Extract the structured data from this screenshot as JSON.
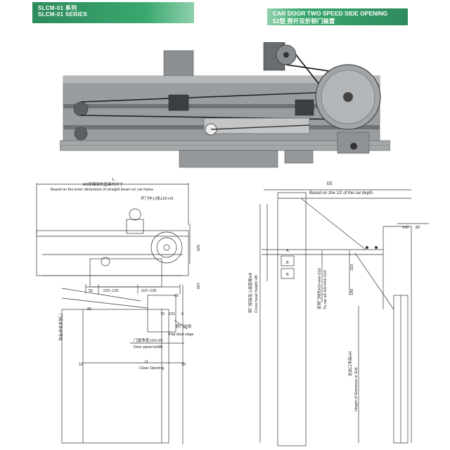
{
  "header": {
    "series_cn": "SLCM-01 系列",
    "series_en": "SLCM-01 SERIES",
    "title_en": "CAR DOOR TWO SPEED SIDE OPENING",
    "title_cn": "52型 旁开双折轿门装置"
  },
  "drawing_left": {
    "width_mark": "L",
    "inner_dim_cn": "AS轿厢架的直梁内尺寸",
    "inner_dim_en": "Based on the inner dimension of straight beam on car frame",
    "door_center_cn": "开门中心线JJ/2+91",
    "dim_520": "520",
    "dim_55": "55",
    "dim_jj2_125": "JJ/2−125",
    "dim_jj2_125b": "JJ/2−125",
    "dim_65": "65",
    "dim_140": "140",
    "dim_85": "85",
    "dim_70": "70",
    "dim_131": "131",
    "dim_5": "5",
    "car_sill_cn": "门机本体参考线",
    "flat_door_edge_cn": "轿门边线",
    "flat_door_edge_en": "Flat door edge",
    "panel_width_cn": "门扇净宽JJ/2+25",
    "panel_width_en": "Door panel width",
    "dim_15": "15",
    "dim_20": "20",
    "clear_opening_value": "JJ",
    "clear_opening_en": "Clear Opening"
  },
  "drawing_right": {
    "dim_ee": "EE",
    "car_depth_en": "Based on zhe 1/2 of the car depth",
    "dim_140": "140",
    "dim_80": "80",
    "label_a": "A",
    "label_b1": "B",
    "label_b2": "B",
    "crosshead_cn": "轿门机架至上梁距离HB",
    "crosshead_en": "Cross head height HB",
    "to_car_sill_cn": "至轿门地坎HS=HH+510",
    "to_car_sill_en": "To car sill HS=HH+510",
    "dim_310": "310",
    "dim_190": "190",
    "entrance_cn": "进出口净高HH",
    "entrance_en": "Height of Entrance or Exit"
  },
  "colors": {
    "header_green": "#2e8a5c",
    "machine_grey": "#8a8e91",
    "line_color": "#333333"
  }
}
